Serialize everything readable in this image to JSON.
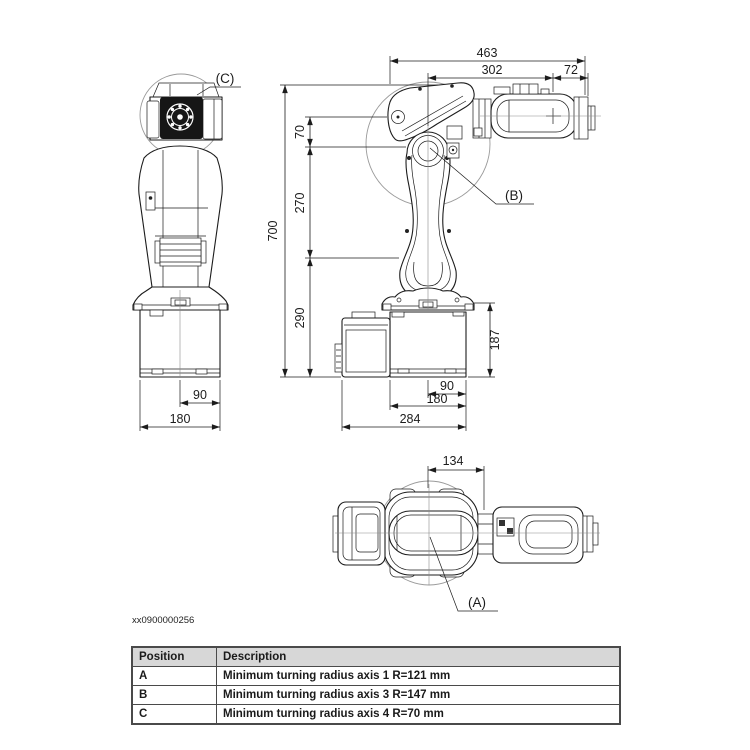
{
  "figure": {
    "caption": "xx0900000256",
    "description": "Robot dimension drawing, front view, side view and top view with turning radius references",
    "labels": {
      "A": "(A)",
      "B": "(B)",
      "C": "(C)"
    },
    "dims": {
      "d463": "463",
      "d302": "302",
      "d72": "72",
      "d700": "700",
      "d70": "70",
      "d270": "270",
      "d290": "290",
      "d187": "187",
      "d90": "90",
      "d180": "180",
      "d284": "284",
      "d134": "134"
    }
  },
  "table": {
    "headers": [
      "Position",
      "Description"
    ],
    "rows": [
      {
        "position": "A",
        "description": "Minimum turning radius axis 1 R=121 mm"
      },
      {
        "position": "B",
        "description": "Minimum turning radius axis 3 R=147 mm"
      },
      {
        "position": "C",
        "description": "Minimum turning radius axis 4 R=70 mm"
      }
    ]
  },
  "colors": {
    "line": "#1c1c1c",
    "faint_circle": "#9a9a9a",
    "table_header_bg": "#d7d7d7",
    "table_border": "#4a4a4a"
  }
}
